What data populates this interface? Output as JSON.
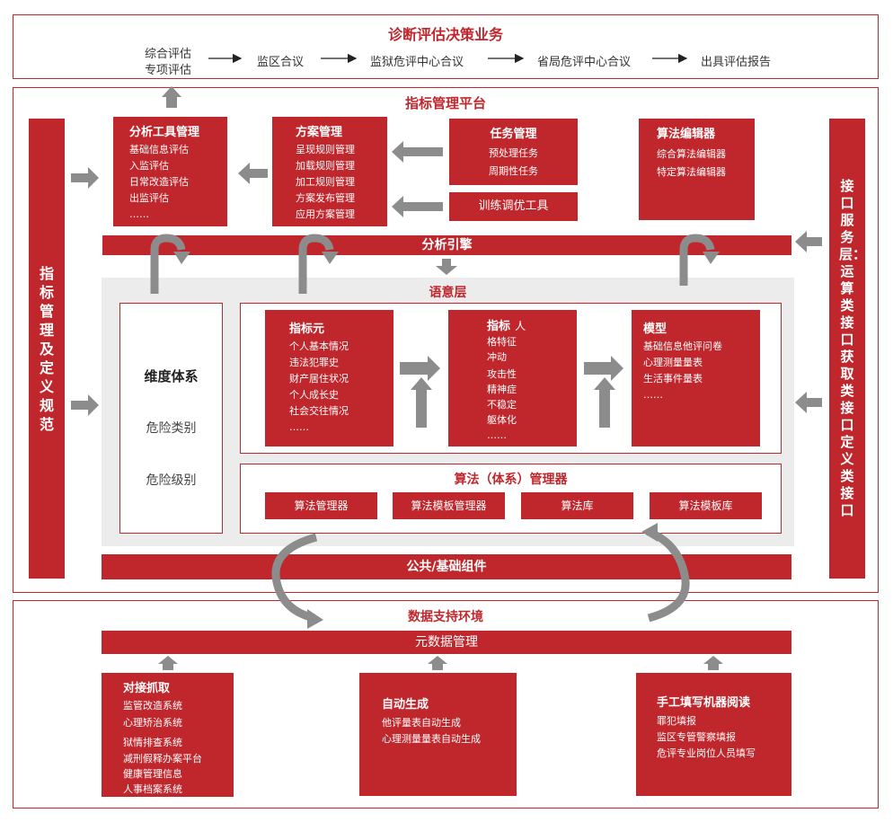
{
  "decision": {
    "title": "诊断评估决策业务",
    "flow": [
      "综合评估",
      "专项评估",
      "监区合议",
      "监狱危评中心合议",
      "省局危评中心合议",
      "出具评估报告"
    ]
  },
  "platform": {
    "title": "指标管理平台"
  },
  "left_bar": {
    "label": "指标管理及定义规范"
  },
  "right_bar": {
    "label": "接口服务层：运算类接口 获取类接口 定义类接口"
  },
  "analysis_tool": {
    "title": "分析工具管理",
    "items": [
      "基础信息评估",
      "入监评估",
      "日常改造评估",
      "出监评估",
      "……"
    ]
  },
  "plan_mgmt": {
    "title": "方案管理",
    "items": [
      "呈现规则管理",
      "加载规则管理",
      "加工规则管理",
      "方案发布管理",
      "应用方案管理"
    ]
  },
  "task_mgmt": {
    "title": "任务管理",
    "items": [
      "预处理任务",
      "周期性任务"
    ]
  },
  "training_tool": {
    "label": "训练调优工具"
  },
  "algo_editor": {
    "title": "算法编辑器",
    "items": [
      "综合算法编辑器",
      "特定算法编辑器"
    ]
  },
  "analysis_engine": {
    "label": "分析引擎"
  },
  "semantic_layer": {
    "title": "语意层"
  },
  "dimension": {
    "title": "维度体系",
    "items": [
      "危险类别",
      "危险级别"
    ]
  },
  "indicator_element": {
    "title": "指标元",
    "items": [
      "个人基本情况",
      "违法犯罪史",
      "财产居住状况",
      "个人成长史",
      "社会交往情况",
      "……"
    ]
  },
  "indicator": {
    "title": "指标",
    "title_suffix": "人",
    "items": [
      "格特征",
      "冲动",
      "攻击性",
      "精神症",
      "不稳定",
      "躯体化",
      "……"
    ]
  },
  "model": {
    "title": "模型",
    "items": [
      "基础信息他评问卷",
      "心理测量量表",
      "生活事件量表",
      "……"
    ]
  },
  "algo_system": {
    "title": "算法（体系）管理器",
    "items": [
      "算法管理器",
      "算法模板管理器",
      "算法库",
      "算法模板库"
    ]
  },
  "public_components": {
    "label": "公共/基础组件"
  },
  "data_env": {
    "title": "数据支持环境"
  },
  "metadata": {
    "label": "元数据管理"
  },
  "dock_capture": {
    "title": "对接抓取",
    "items": [
      "监管改造系统",
      "心理矫治系统",
      "狱情排查系统",
      "减刑假释办案平台",
      "健康管理信息",
      "人事档案系统"
    ]
  },
  "auto_gen": {
    "title": "自动生成",
    "items": [
      "他评量表自动生成",
      "心理测量量表自动生成"
    ]
  },
  "manual_fill": {
    "title": "手工填写机器阅读",
    "items": [
      "罪犯填报",
      "监区专管警察填报",
      "危评专业岗位人员填写"
    ]
  },
  "colors": {
    "accent": "#c0272d",
    "arrow": "#8c8c8c",
    "panel": "#ececec"
  }
}
